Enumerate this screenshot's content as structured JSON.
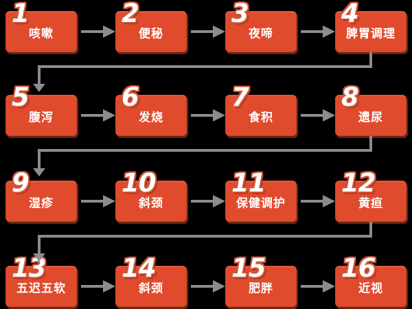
{
  "theme": {
    "background": "#000000",
    "box_fill": "#E04B2D",
    "box_shadow": "#6B2513",
    "number_outline": "#D05538",
    "arrow_color": "#8C8C8C",
    "text_color": "#FFFFFF"
  },
  "icons": {
    "arrow_right": "right-arrow",
    "arrow_down": "down-arrow"
  },
  "steps": [
    {
      "number": "1",
      "label": "咳嗽"
    },
    {
      "number": "2",
      "label": "便秘"
    },
    {
      "number": "3",
      "label": "夜啼"
    },
    {
      "number": "4",
      "label": "脾胃调理"
    },
    {
      "number": "5",
      "label": "腹泻"
    },
    {
      "number": "6",
      "label": "发烧"
    },
    {
      "number": "7",
      "label": "食积"
    },
    {
      "number": "8",
      "label": "遗尿"
    },
    {
      "number": "9",
      "label": "湿疹"
    },
    {
      "number": "10",
      "label": "斜颈"
    },
    {
      "number": "11",
      "label": "保健调护"
    },
    {
      "number": "12",
      "label": "黄疸"
    },
    {
      "number": "13",
      "label": "五迟五软"
    },
    {
      "number": "14",
      "label": "斜颈"
    },
    {
      "number": "15",
      "label": "肥胖"
    },
    {
      "number": "16",
      "label": "近视"
    }
  ]
}
